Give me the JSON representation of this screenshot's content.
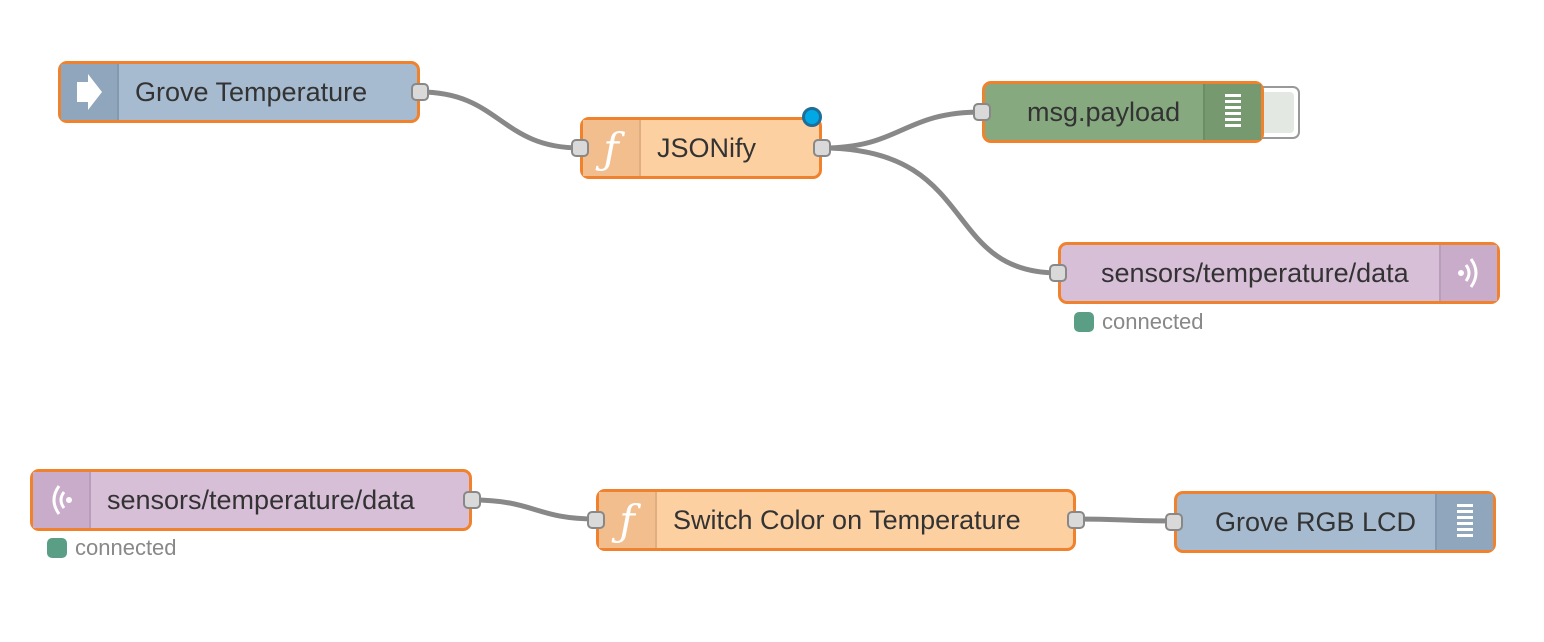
{
  "nodes": {
    "grove_temperature": {
      "label": "Grove Temperature",
      "icon": "arrow-in-icon",
      "color": "#a6bbcf"
    },
    "jsonify": {
      "label": "JSONify",
      "icon": "function-icon",
      "color": "#fdd0a2"
    },
    "msg_payload": {
      "label": "msg.payload",
      "icon": "debug-list-icon",
      "color": "#87a980"
    },
    "mqtt_out": {
      "label": "sensors/temperature/data",
      "icon": "mqtt-icon",
      "color": "#d8bfd8",
      "status": "connected"
    },
    "mqtt_in": {
      "label": "sensors/temperature/data",
      "icon": "mqtt-icon",
      "color": "#d8bfd8",
      "status": "connected"
    },
    "switch_color": {
      "label": "Switch Color on Temperature",
      "icon": "function-icon",
      "color": "#fdd0a2"
    },
    "grove_lcd": {
      "label": "Grove RGB LCD",
      "icon": "list-icon",
      "color": "#a6bbcf"
    }
  },
  "colors": {
    "selected_border": "#f0822d",
    "wire": "#888888",
    "status_connected": "#5a9e85",
    "changed_indicator": "#00a8e6"
  }
}
